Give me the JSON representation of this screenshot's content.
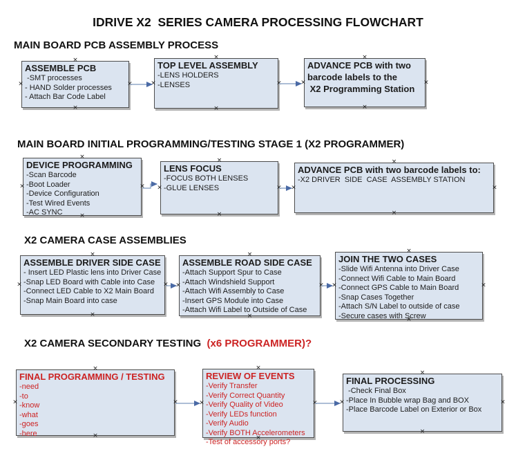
{
  "title": "IDRIVE X2  SERIES CAMERA PROCESSING FLOWCHART",
  "colors": {
    "box_fill": "#dbe4f0",
    "box_border": "#4c4c4c",
    "box_shadow": "#b3b3b3",
    "red_accent": "#cc2323",
    "arrow_line": "#92a9c8",
    "arrow_head": "#4a6aa5",
    "text": "#1c1c1c"
  },
  "icons": {
    "anchor": "×"
  },
  "sections": [
    {
      "heading": "MAIN BOARD PCB ASSEMBLY PROCESS",
      "boxes": [
        {
          "title": "ASSEMBLE PCB",
          "items": [
            " -SMT processes",
            "- HAND Solder processes",
            "- Attach Bar Code Label"
          ]
        },
        {
          "title": "TOP LEVEL ASSEMBLY",
          "items": [
            "-LENS HOLDERS",
            "-LENSES"
          ]
        },
        {
          "title": "ADVANCE PCB with two",
          "items": [
            "barcode labels to the",
            " X2 Programming Station"
          ]
        }
      ]
    },
    {
      "heading": "MAIN BOARD INITIAL PROGRAMMING/TESTING STAGE 1 (X2 PROGRAMMER)",
      "boxes": [
        {
          "title": "DEVICE PROGRAMMING",
          "items": [
            "-Scan Barcode",
            "-Boot Loader",
            "-Device Configuration",
            "-Test Wired Events",
            "-AC SYNC"
          ]
        },
        {
          "title": "LENS FOCUS",
          "items": [
            "-FOCUS BOTH LENSES",
            "-GLUE LENSES"
          ]
        },
        {
          "title": "ADVANCE PCB with two barcode labels to:",
          "items": [
            "-X2 DRIVER  SIDE  CASE  ASSEMBLY STATION"
          ]
        }
      ]
    },
    {
      "heading": "X2 CAMERA CASE ASSEMBLIES",
      "boxes": [
        {
          "title": "ASSEMBLE DRIVER SIDE CASE",
          "items": [
            "- Insert LED Plastic lens into Driver Case",
            "-Snap LED Board with Cable into Case",
            "-Connect LED Cable to X2 Main Board",
            "-Snap Main Board into case"
          ]
        },
        {
          "title": "ASSEMBLE ROAD SIDE CASE",
          "items": [
            "-Attach Support Spur to Case",
            "-Attach Windshield Support",
            "-Attach Wifi Assembly to Case",
            "-Insert GPS Module into Case",
            "-Attach Wifi Label to Outside of Case"
          ]
        },
        {
          "title": "JOIN THE TWO CASES",
          "items": [
            "-Slide Wifi Antenna into Driver Case",
            "-Connect Wifi Cable to Main Board",
            "-Connect GPS Cable to Main Board",
            "-Snap Cases Together",
            "-Attach S/N Label to outside of case",
            "-Secure cases with Screw"
          ]
        }
      ]
    },
    {
      "heading": "X2 CAMERA SECONDARY TESTING  ",
      "heading_red": "(x6 PROGRAMMER)?",
      "boxes": [
        {
          "title": "FINAL PROGRAMMING / TESTING",
          "items": [
            "-need",
            "-to",
            "-know",
            "-what",
            "-goes",
            "-here"
          ]
        },
        {
          "title": "REVIEW OF EVENTS",
          "items": [
            "-Verify Transfer",
            "-Verify Correct Quantity",
            "-Verify Quality of Video",
            "-Verify LEDs function",
            "-Verify Audio",
            "-Verify BOTH Accelerometers",
            "-Test of accessory ports?"
          ]
        },
        {
          "title": "FINAL PROCESSING",
          "items": [
            " -Check Final Box",
            "-Place In Bubble wrap Bag and BOX",
            "-Place Barcode Label on Exterior or Box"
          ]
        }
      ]
    }
  ]
}
